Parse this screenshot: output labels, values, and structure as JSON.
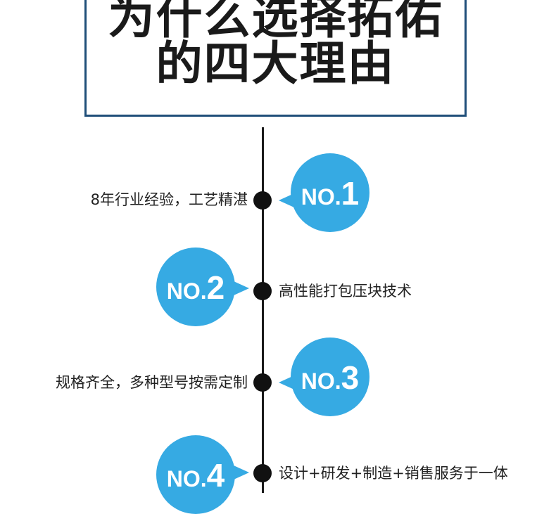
{
  "title": {
    "line1": "为什么选择拓佑",
    "line2": "的四大理由"
  },
  "reasons": [
    {
      "no": "NO.",
      "num": "1",
      "text": "8年行业经验，工艺精湛"
    },
    {
      "no": "NO.",
      "num": "2",
      "text": "高性能打包压块技术"
    },
    {
      "no": "NO.",
      "num": "3",
      "text": "规格齐全，多种型号按需定制"
    },
    {
      "no": "NO.",
      "num": "4",
      "text": "设计+研发+制造+销售服务于一体"
    }
  ],
  "colors": {
    "badge": "#36aae3",
    "border": "#1f4e79",
    "text": "#222222"
  }
}
